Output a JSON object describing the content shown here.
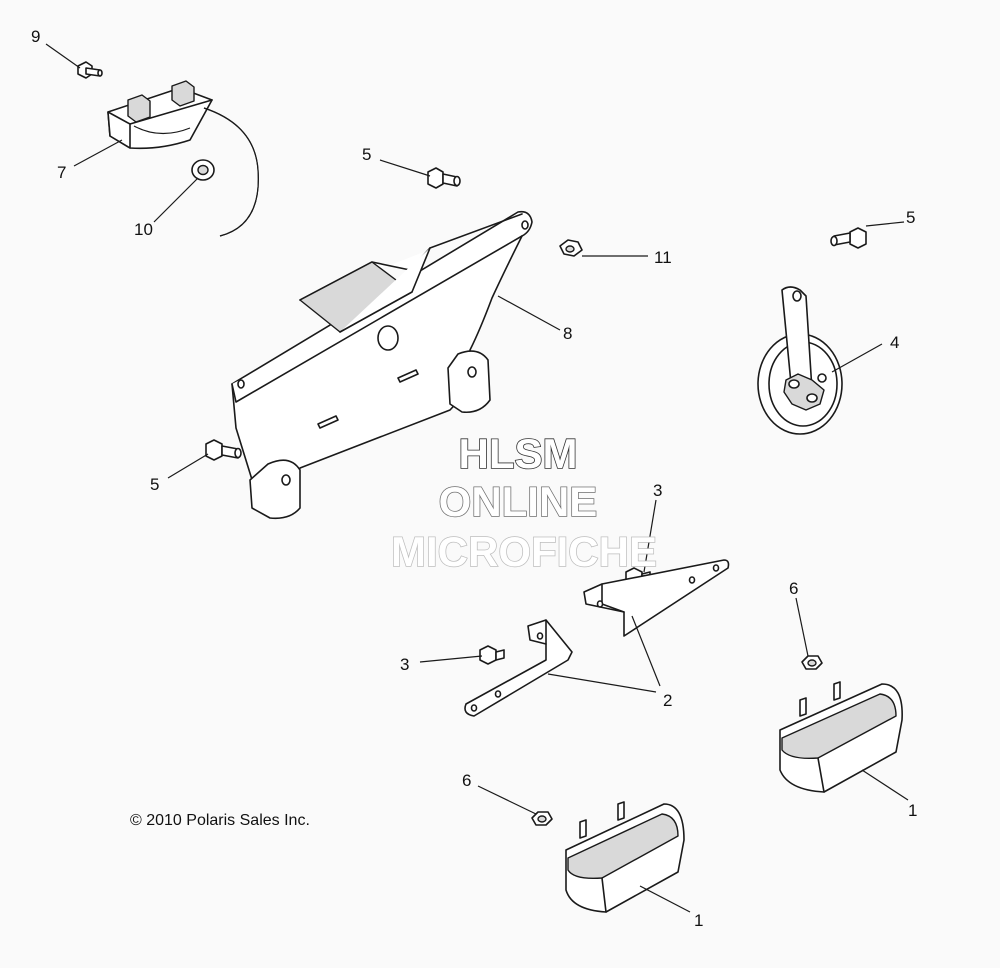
{
  "watermark": {
    "line1": "HLSM",
    "line2": "ONLINE",
    "line3": "MICROFICHE"
  },
  "copyright": "© 2010  Polaris Sales Inc.",
  "callouts": [
    {
      "id": "c9",
      "label": "9"
    },
    {
      "id": "c7",
      "label": "7"
    },
    {
      "id": "c10",
      "label": "10"
    },
    {
      "id": "c5a",
      "label": "5"
    },
    {
      "id": "c11",
      "label": "11"
    },
    {
      "id": "c5b",
      "label": "5"
    },
    {
      "id": "c8",
      "label": "8"
    },
    {
      "id": "c4",
      "label": "4"
    },
    {
      "id": "c5c",
      "label": "5"
    },
    {
      "id": "c3a",
      "label": "3"
    },
    {
      "id": "c6a",
      "label": "6"
    },
    {
      "id": "c3b",
      "label": "3"
    },
    {
      "id": "c2",
      "label": "2"
    },
    {
      "id": "c1a",
      "label": "1"
    },
    {
      "id": "c6b",
      "label": "6"
    },
    {
      "id": "c1b",
      "label": "1"
    }
  ]
}
